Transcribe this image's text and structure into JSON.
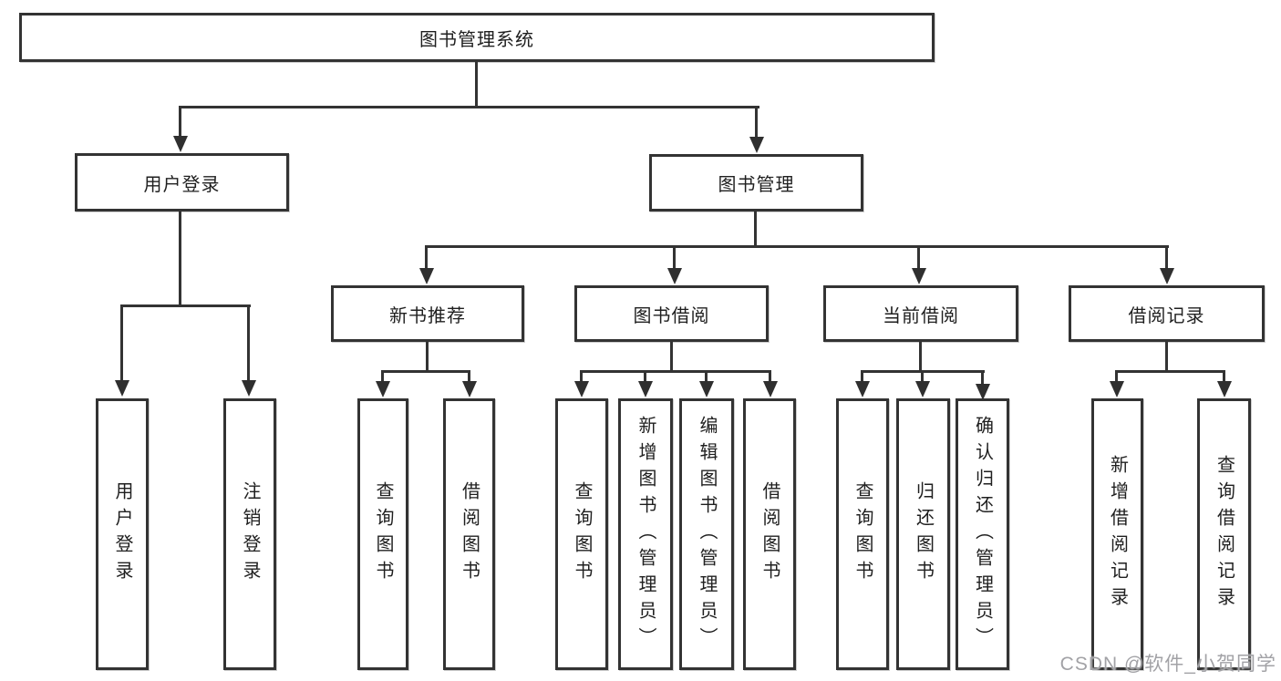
{
  "diagram": {
    "type": "hierarchy-tree",
    "title": "图书管理系统"
  },
  "nodes": {
    "root": {
      "label": "图书管理系统"
    },
    "level2": {
      "user_login": {
        "label": "用户登录"
      },
      "book_management": {
        "label": "图书管理"
      }
    },
    "level3": {
      "new_book_recommend": {
        "label": "新书推荐"
      },
      "book_borrow": {
        "label": "图书借阅"
      },
      "current_borrow": {
        "label": "当前借阅"
      },
      "borrow_records": {
        "label": "借阅记录"
      }
    },
    "leaves": {
      "user_login": [
        {
          "label": "用户登录"
        },
        {
          "label": "注销登录"
        }
      ],
      "new_book_recommend": [
        {
          "label": "查询图书"
        },
        {
          "label": "借阅图书"
        }
      ],
      "book_borrow": [
        {
          "label": "查询图书"
        },
        {
          "label": "新增图书（管理员）"
        },
        {
          "label": "编辑图书（管理员）"
        },
        {
          "label": "借阅图书"
        }
      ],
      "current_borrow": [
        {
          "label": "查询图书"
        },
        {
          "label": "归还图书"
        },
        {
          "label": "确认归还（管理员）"
        }
      ],
      "borrow_records": [
        {
          "label": "新增借阅记录"
        },
        {
          "label": "查询借阅记录"
        }
      ]
    }
  },
  "watermark": {
    "text": "CSDN @软件_小贺同学"
  },
  "colors": {
    "line": "#333333",
    "arrow": "#2f2f2f",
    "text": "#1f1f1f",
    "watermark": "#a2a2a6",
    "background": "#ffffff"
  }
}
